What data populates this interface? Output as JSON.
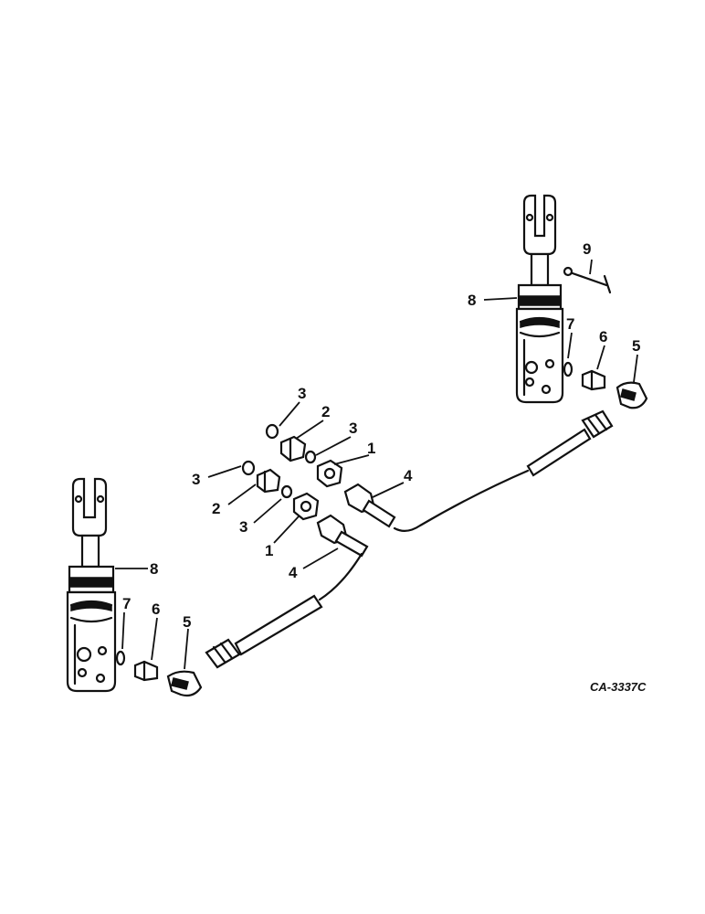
{
  "diagram": {
    "type": "exploded-parts-view",
    "code": "CA-3337C",
    "callouts": [
      {
        "id": "top-right-9",
        "number": "9"
      },
      {
        "id": "top-right-8",
        "number": "8"
      },
      {
        "id": "top-right-7",
        "number": "7"
      },
      {
        "id": "top-right-6",
        "number": "6"
      },
      {
        "id": "top-right-5",
        "number": "5"
      },
      {
        "id": "mid-3a",
        "number": "3"
      },
      {
        "id": "mid-2a",
        "number": "2"
      },
      {
        "id": "mid-3b",
        "number": "3"
      },
      {
        "id": "mid-1a",
        "number": "1"
      },
      {
        "id": "mid-4a",
        "number": "4"
      },
      {
        "id": "mid-3c",
        "number": "3"
      },
      {
        "id": "mid-2b",
        "number": "2"
      },
      {
        "id": "mid-3d",
        "number": "3"
      },
      {
        "id": "mid-1b",
        "number": "1"
      },
      {
        "id": "mid-4b",
        "number": "4"
      },
      {
        "id": "left-8",
        "number": "8"
      },
      {
        "id": "left-7",
        "number": "7"
      },
      {
        "id": "left-6",
        "number": "6"
      },
      {
        "id": "left-5",
        "number": "5"
      }
    ]
  }
}
